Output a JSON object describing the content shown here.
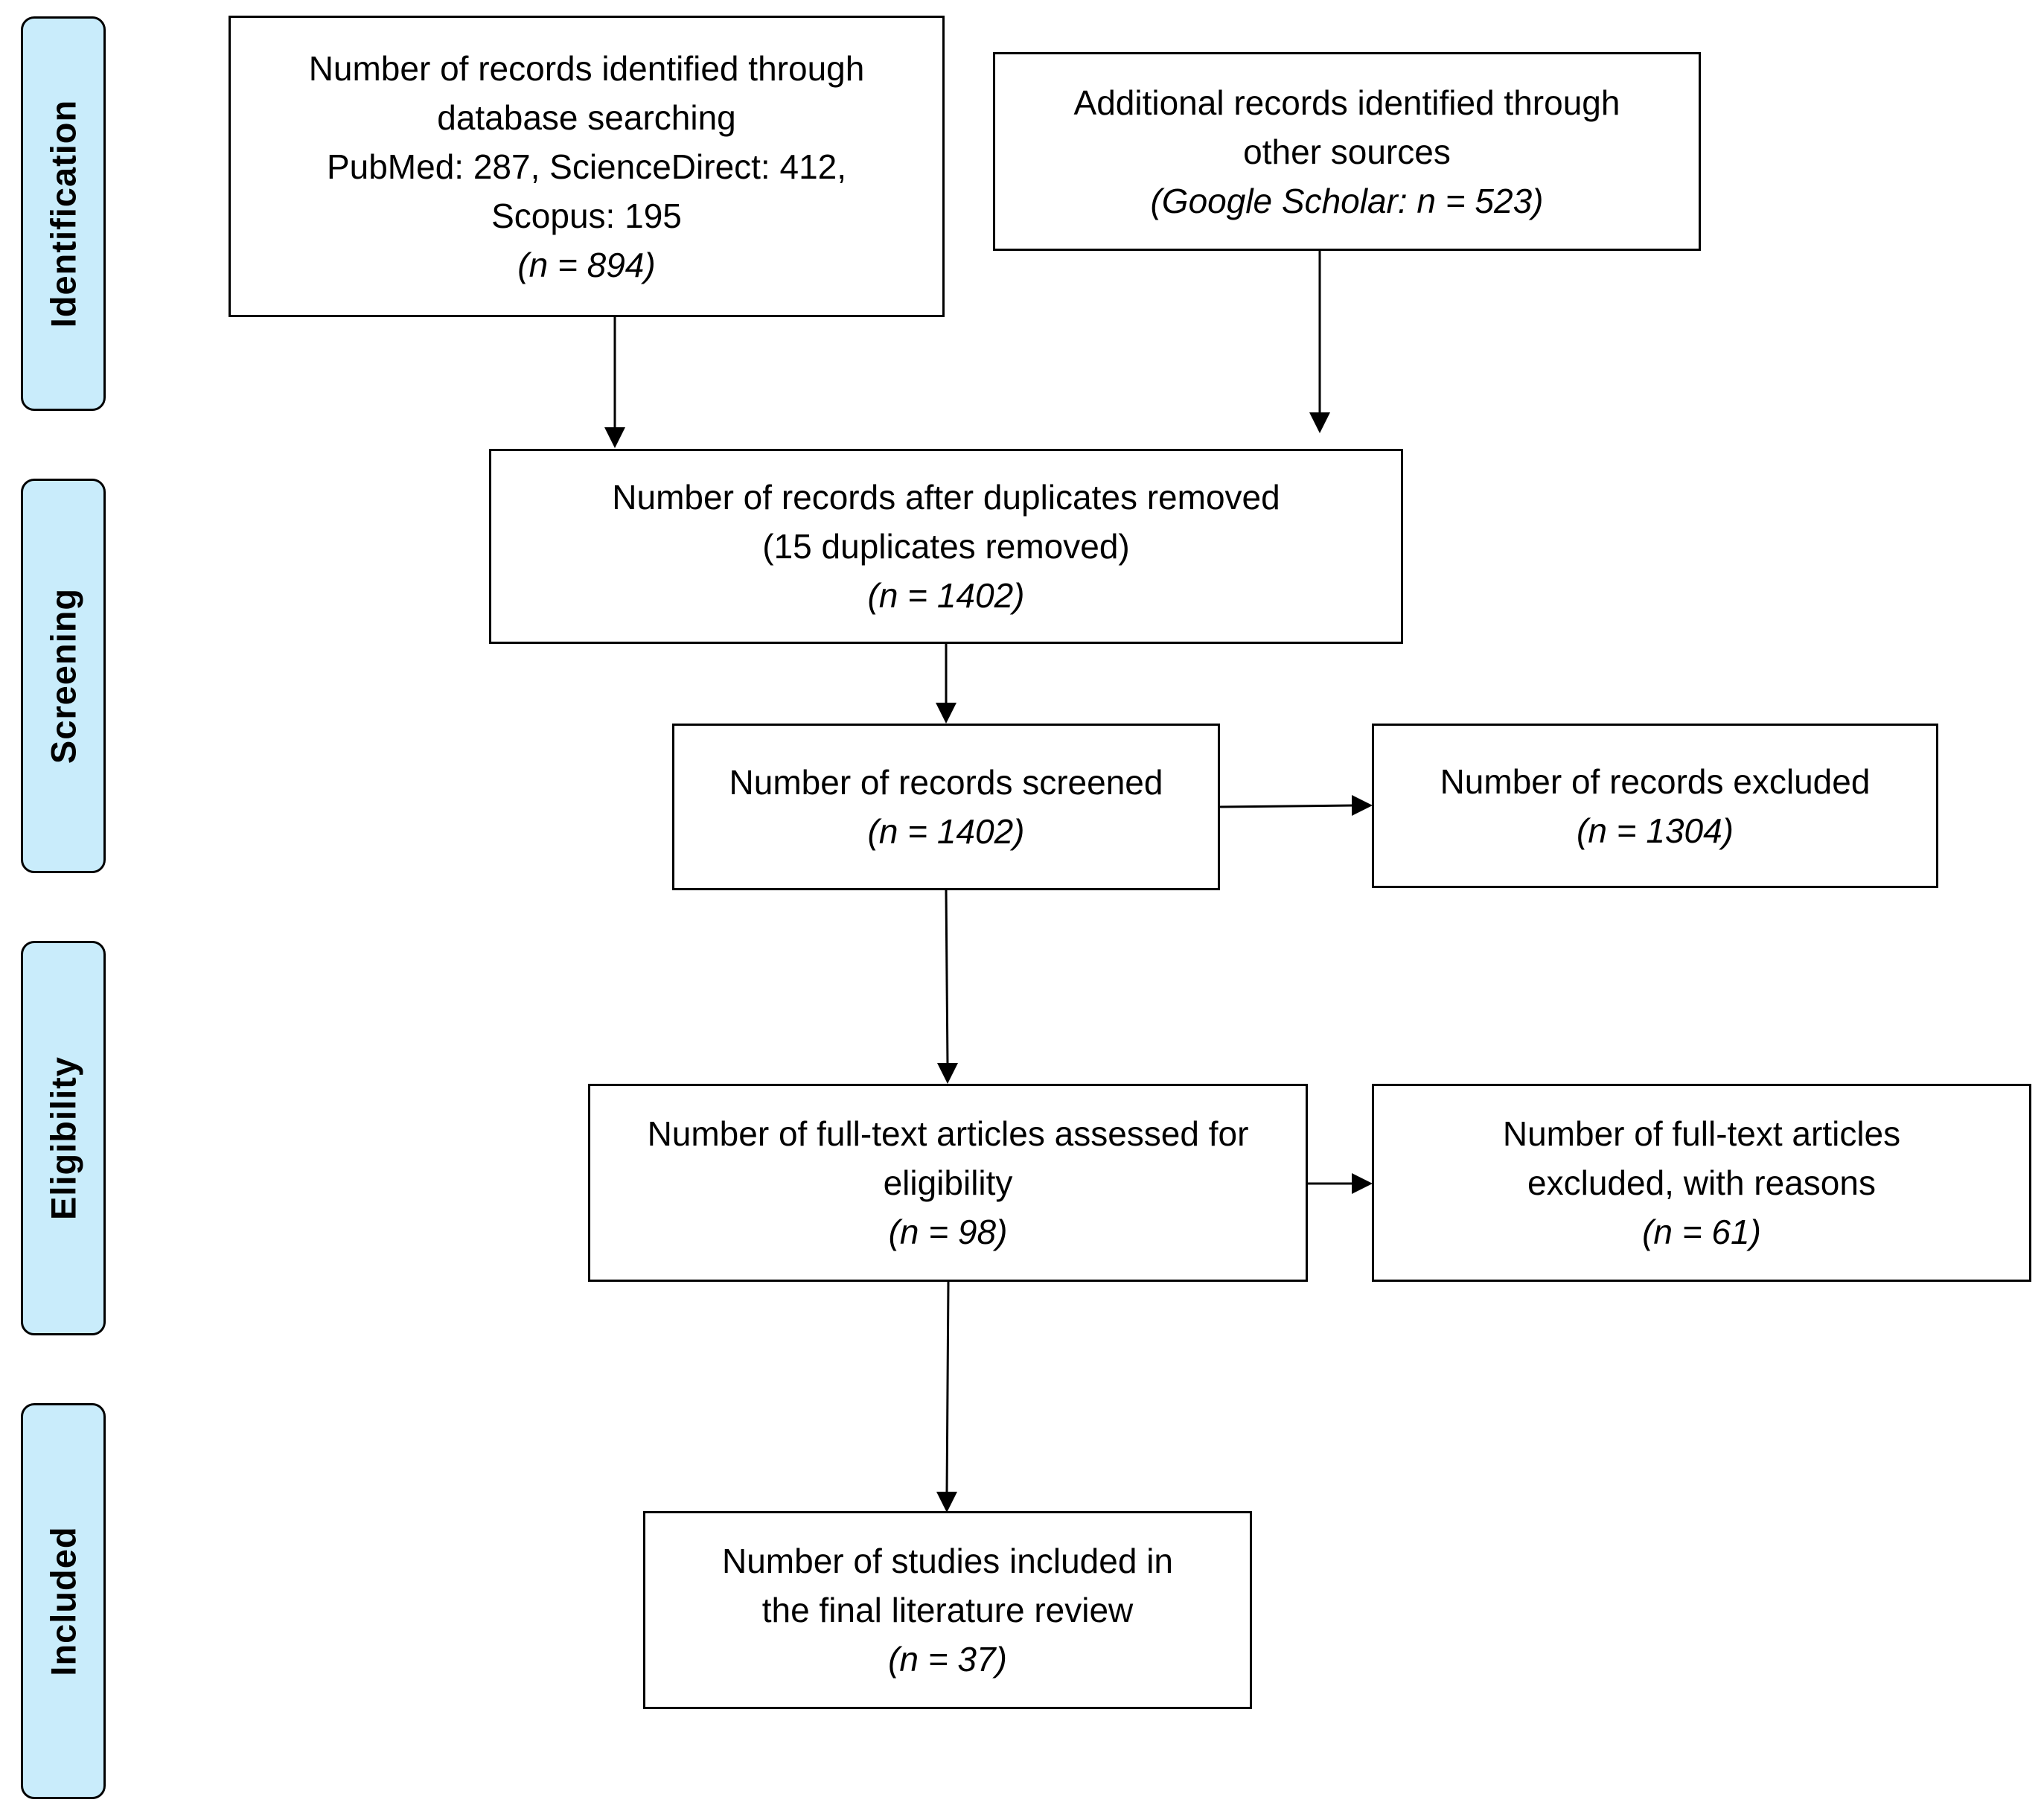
{
  "phases": {
    "identification": "Identification",
    "screening": "Screening",
    "eligibility": "Eligibility",
    "included": "Included"
  },
  "boxes": {
    "database_search": {
      "line1": "Number of records identified through",
      "line2": "database searching",
      "line3": "PubMed: 287, ScienceDirect: 412,",
      "line4": "Scopus: 195",
      "n": "(n = 894)"
    },
    "other_sources": {
      "line1": "Additional records identified through",
      "line2": "other sources",
      "n": "(Google Scholar: n = 523)"
    },
    "duplicates_removed": {
      "line1": "Number of records after duplicates removed",
      "line2": "(15 duplicates removed)",
      "n": "(n = 1402)"
    },
    "screened": {
      "line1": "Number of records screened",
      "n": "(n = 1402)"
    },
    "excluded": {
      "line1": "Number of records excluded",
      "n": "(n = 1304)"
    },
    "full_text_assessed": {
      "line1": "Number of full-text articles assessed for",
      "line2": "eligibility",
      "n": "(n = 98)"
    },
    "full_text_excluded": {
      "line1": "Number of full-text articles",
      "line2": "excluded, with reasons",
      "n": "(n = 61)"
    },
    "included_studies": {
      "line1": "Number of studies included in",
      "line2": "the final literature review",
      "n": "(n = 37)"
    }
  },
  "colors": {
    "phase_fill": "#c9ecfb",
    "stroke": "#000000",
    "box_fill": "#ffffff"
  }
}
